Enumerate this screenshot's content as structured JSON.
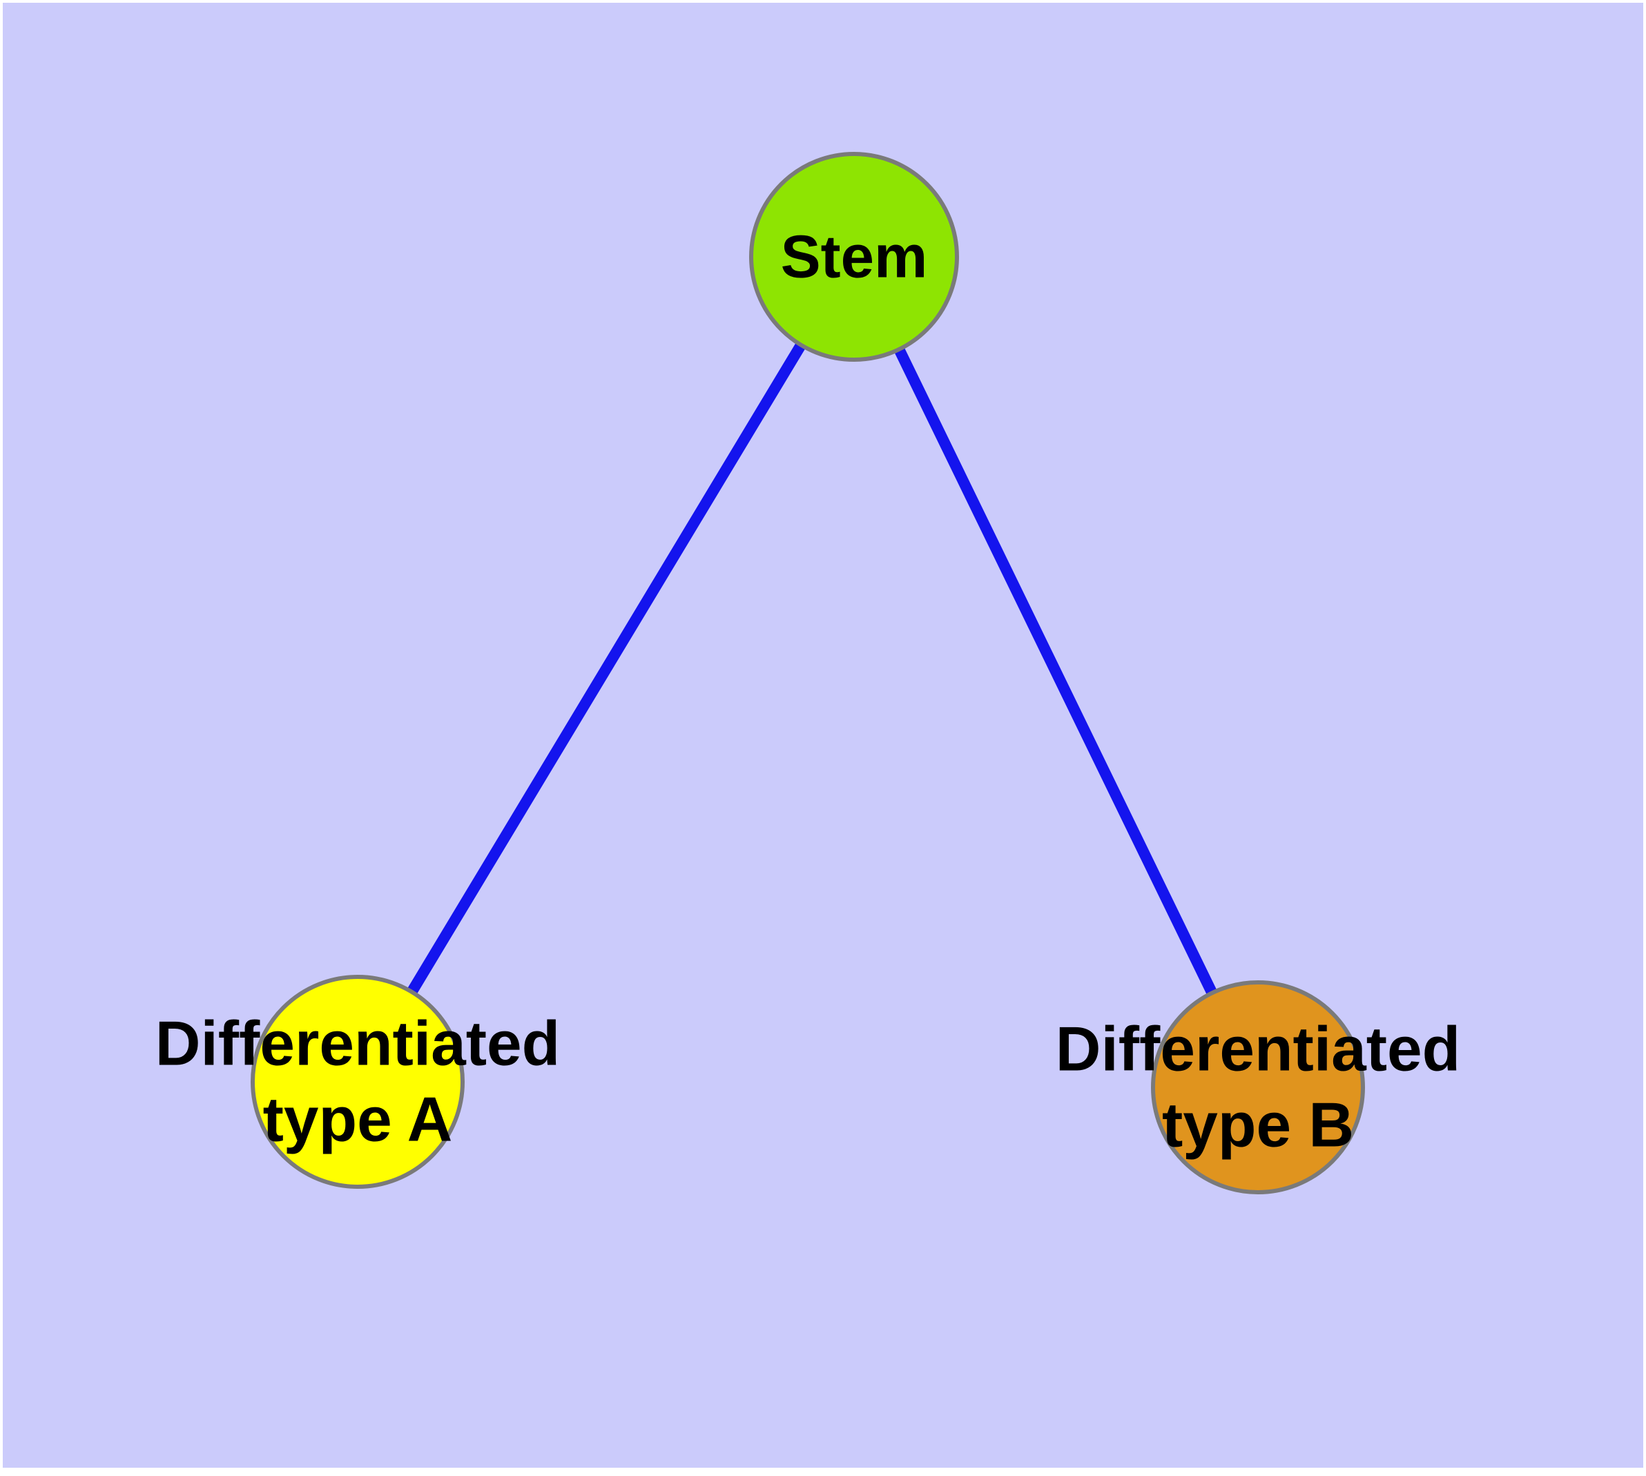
{
  "diagram": {
    "type": "node-link-graph",
    "description": "Stem cell differentiation diagram: one stem node branching to two differentiated cell type nodes",
    "colors": {
      "background": "#CBCBFB",
      "page_margin": "#FFFFFF",
      "edge": "#1414EE",
      "node_border": "#7A7A7A",
      "label_text": "#000000"
    },
    "nodes": [
      {
        "id": "stem",
        "label_lines": [
          "Stem"
        ],
        "fill": "#8EE402"
      },
      {
        "id": "differentiated-type-a",
        "label_lines": [
          "Differentiated",
          "type A"
        ],
        "fill": "#FFFF00"
      },
      {
        "id": "differentiated-type-b",
        "label_lines": [
          "Differentiated",
          "type B"
        ],
        "fill": "#E0941E"
      }
    ],
    "edges": [
      {
        "from": "stem",
        "to": "differentiated-type-a"
      },
      {
        "from": "stem",
        "to": "differentiated-type-b"
      }
    ]
  }
}
